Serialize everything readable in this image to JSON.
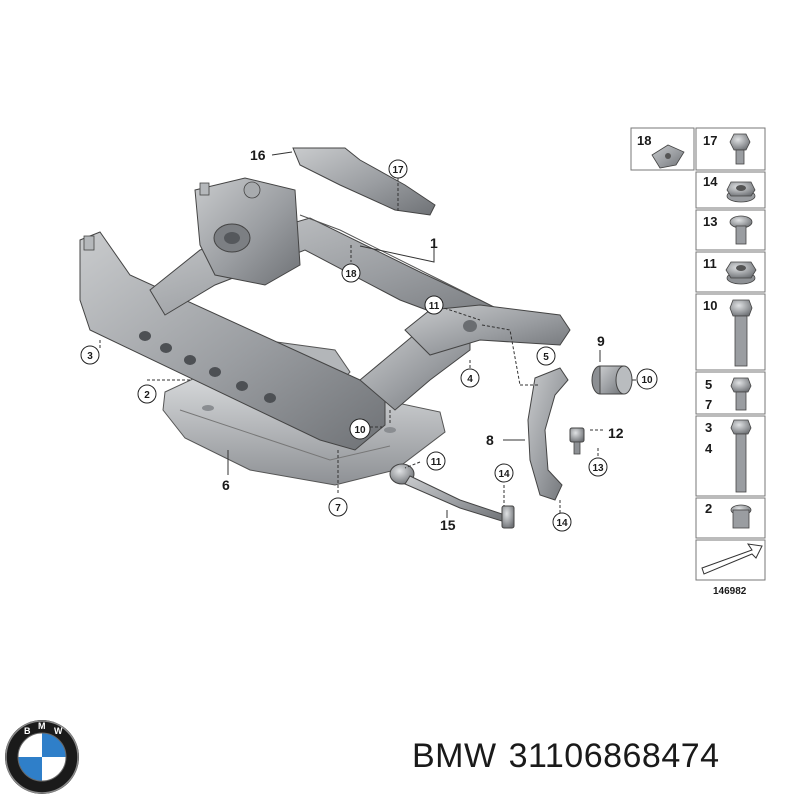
{
  "diagram": {
    "callouts": [
      {
        "id": "c16",
        "text": "16"
      },
      {
        "id": "c17",
        "text": "17"
      },
      {
        "id": "c1",
        "text": "1"
      },
      {
        "id": "c18",
        "text": "18"
      },
      {
        "id": "c11a",
        "text": "11"
      },
      {
        "id": "c9",
        "text": "9"
      },
      {
        "id": "c5",
        "text": "5"
      },
      {
        "id": "c10a",
        "text": "10"
      },
      {
        "id": "c3",
        "text": "3"
      },
      {
        "id": "c2",
        "text": "2"
      },
      {
        "id": "c4",
        "text": "4"
      },
      {
        "id": "c10b",
        "text": "10"
      },
      {
        "id": "c8",
        "text": "8"
      },
      {
        "id": "c12",
        "text": "12"
      },
      {
        "id": "c11b",
        "text": "11"
      },
      {
        "id": "c13",
        "text": "13"
      },
      {
        "id": "c6",
        "text": "6"
      },
      {
        "id": "c14a",
        "text": "14"
      },
      {
        "id": "c7",
        "text": "7"
      },
      {
        "id": "c15",
        "text": "15"
      },
      {
        "id": "c14b",
        "text": "14"
      }
    ],
    "sidebar": [
      {
        "id": "s18",
        "label": "18"
      },
      {
        "id": "s17",
        "label": "17"
      },
      {
        "id": "s14",
        "label": "14"
      },
      {
        "id": "s13",
        "label": "13"
      },
      {
        "id": "s11",
        "label": "11"
      },
      {
        "id": "s10",
        "label": "10"
      },
      {
        "id": "s5",
        "label": "5"
      },
      {
        "id": "s7",
        "label": "7"
      },
      {
        "id": "s3",
        "label": "3"
      },
      {
        "id": "s4",
        "label": "4"
      },
      {
        "id": "s2",
        "label": "2"
      }
    ],
    "figure_number": "146982"
  },
  "caption": {
    "brand": "BMW",
    "part_number": "31106868474"
  },
  "colors": {
    "metal_dark": "#6f7276",
    "metal_mid": "#9a9da1",
    "metal_light": "#c9cbcd",
    "line": "#222222"
  }
}
